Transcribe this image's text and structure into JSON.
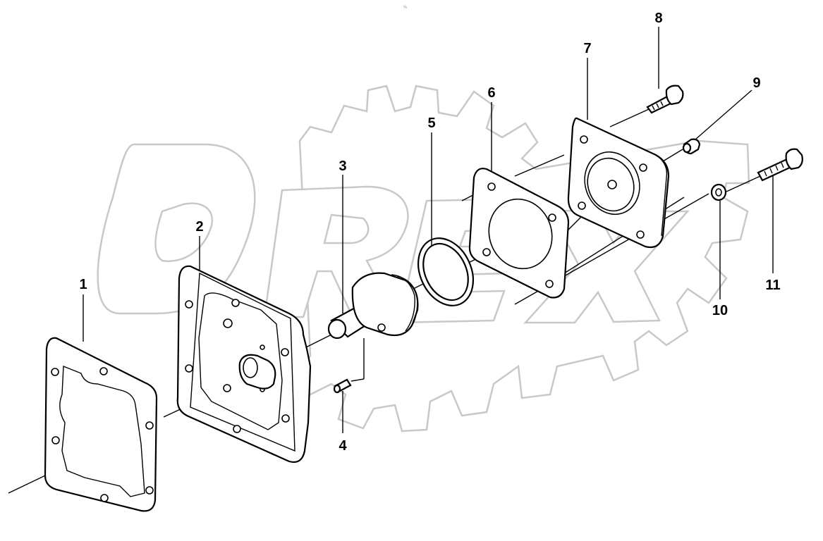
{
  "watermark": {
    "text": "OREX",
    "color": "#c8c8c8"
  },
  "header_mark": "% ",
  "parts": [
    {
      "id": "1",
      "label": "1",
      "name": "gasket"
    },
    {
      "id": "2",
      "label": "2",
      "name": "housing"
    },
    {
      "id": "3",
      "label": "3",
      "name": "piston"
    },
    {
      "id": "4",
      "label": "4",
      "name": "pin"
    },
    {
      "id": "5",
      "label": "5",
      "name": "o-ring"
    },
    {
      "id": "6",
      "label": "6",
      "name": "gasket"
    },
    {
      "id": "7",
      "label": "7",
      "name": "cover"
    },
    {
      "id": "8",
      "label": "8",
      "name": "bolt"
    },
    {
      "id": "9",
      "label": "9",
      "name": "plug"
    },
    {
      "id": "10",
      "label": "10",
      "name": "washer"
    },
    {
      "id": "11",
      "label": "11",
      "name": "bolt"
    }
  ]
}
